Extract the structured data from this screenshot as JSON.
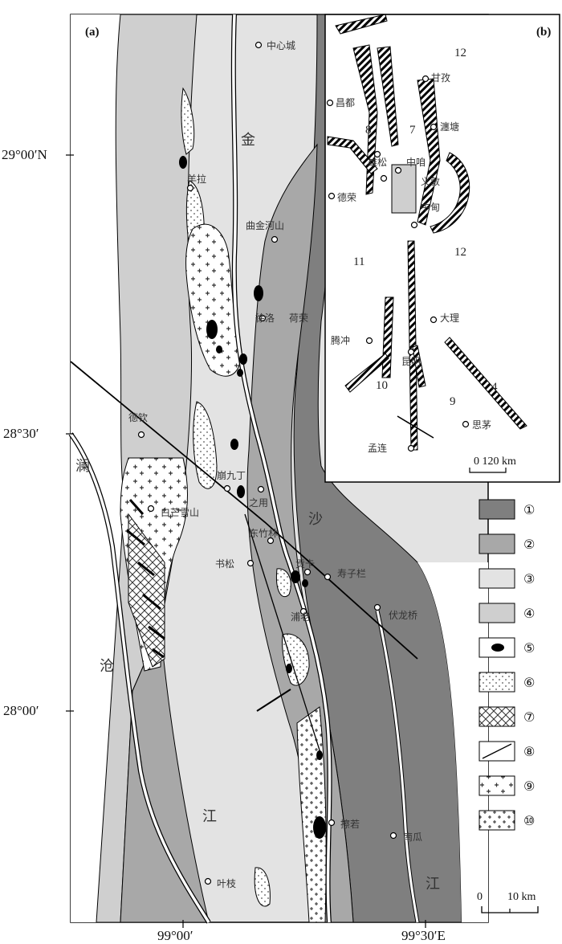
{
  "panels": {
    "a_label": "(a)",
    "b_label": "(b)"
  },
  "coordinates": {
    "lat_29_00": "29°00′N",
    "lat_28_30": "28°30′",
    "lat_28_00": "28°00′",
    "lon_99_00": "99°00′",
    "lon_99_30": "99°30′E"
  },
  "places_main": [
    "中心城",
    "羊拉",
    "曲金河山",
    "徐洛",
    "荷荣",
    "德钦",
    "崩九丁",
    "之用",
    "白芒雪山",
    "东竹林",
    "书松",
    "寿子栏",
    "贡卡",
    "伏龙桥",
    "浦老",
    "擦若",
    "南瓜",
    "叶枝"
  ],
  "rivers": {
    "jin": "金",
    "sha": "沙",
    "jiang_left": "江",
    "jiang_right": "江",
    "lan": "澜",
    "cang": "沧"
  },
  "inset": {
    "places": [
      "甘孜",
      "昌都",
      "瀍塘",
      "雄松",
      "中咱",
      "义敦",
      "德荣",
      "中甸",
      "大理",
      "腾冲",
      "昆明",
      "思茅",
      "孟连"
    ],
    "unit_numbers": [
      "12",
      "8",
      "7",
      "12",
      "11",
      "10",
      "9",
      "4"
    ],
    "scale": "0  120 km"
  },
  "legend": [
    {
      "num": "①",
      "fill": "#7f7f7f"
    },
    {
      "num": "②",
      "fill": "#a8a8a8"
    },
    {
      "num": "③",
      "fill": "#e3e3e3"
    },
    {
      "num": "④",
      "fill": "#cfcfcf"
    },
    {
      "num": "⑤",
      "fill": "#ffffff",
      "icon": "black-ore-body"
    },
    {
      "num": "⑥",
      "fill": "#ffffff",
      "icon": "dots"
    },
    {
      "num": "⑦",
      "fill": "#ffffff",
      "icon": "cross-hatch"
    },
    {
      "num": "⑧",
      "fill": "#ffffff",
      "icon": "fault-line"
    },
    {
      "num": "⑨",
      "fill": "#ffffff",
      "icon": "plus-pattern"
    },
    {
      "num": "⑩",
      "fill": "#ffffff",
      "icon": "plus-dense"
    }
  ],
  "scale_main": {
    "zero": "0",
    "ten": "10 km"
  },
  "colors": {
    "unit1": "#7f7f7f",
    "unit2": "#a8a8a8",
    "unit3": "#e3e3e3",
    "unit4": "#cfcfcf",
    "ore": "#000000"
  }
}
